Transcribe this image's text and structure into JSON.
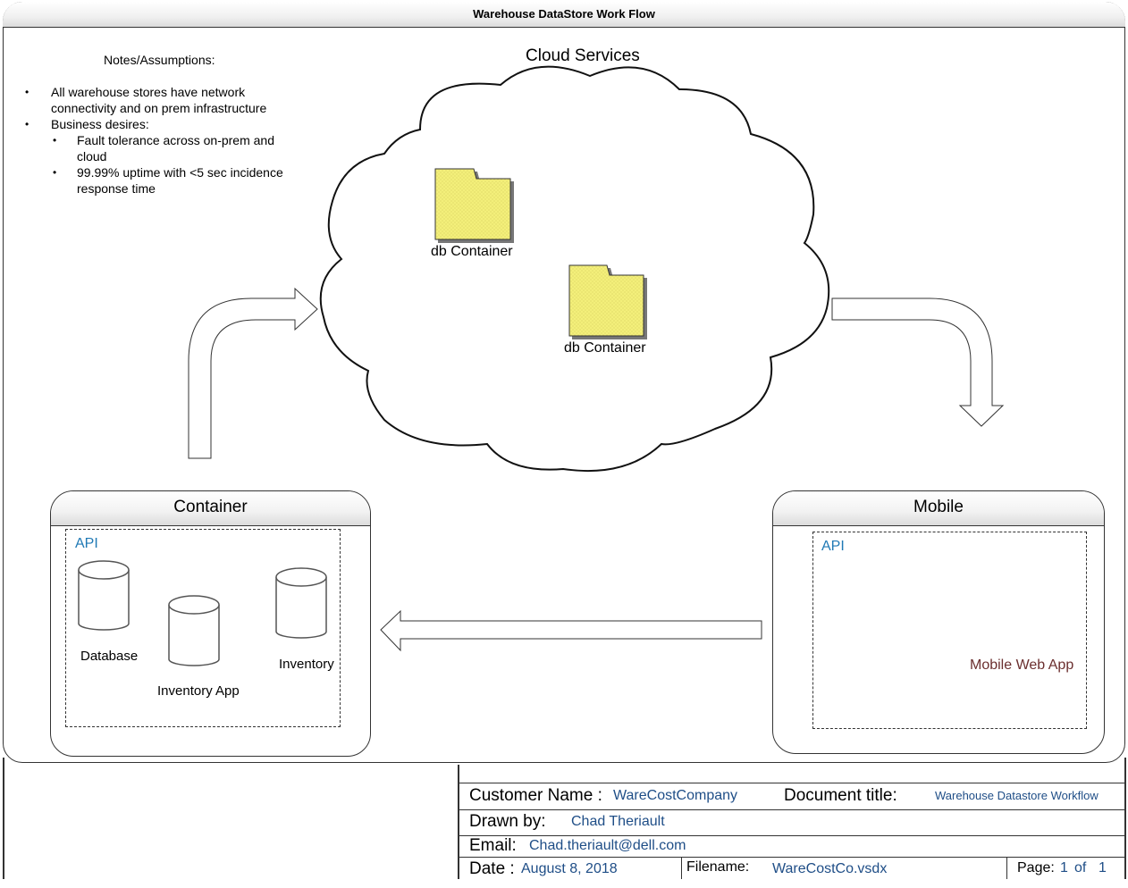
{
  "title": "Warehouse DataStore Work Flow",
  "notes": {
    "heading": "Notes/Assumptions:",
    "items": [
      "All warehouse stores have network connectivity and on prem infrastructure",
      "Business desires:"
    ],
    "subitems": [
      "Fault tolerance across on-prem and cloud",
      "99.99% uptime with <5 sec incidence response time"
    ]
  },
  "cloud": {
    "title": "Cloud Services",
    "containers": [
      "db Container",
      "db Container"
    ]
  },
  "container_box": {
    "title": "Container",
    "api": "API",
    "items": [
      "Database",
      "Inventory App",
      "Inventory"
    ]
  },
  "mobile_box": {
    "title": "Mobile",
    "api": "API",
    "device": "Mobile Web App"
  },
  "title_block": {
    "customer_label": "Customer Name :",
    "customer_value": "WareCostCompany",
    "doc_title_label": "Document title:",
    "doc_title_value": "Warehouse Datastore Workflow",
    "drawn_by_label": "Drawn by:",
    "drawn_by_value": "Chad Theriault",
    "email_label": "Email:",
    "email_value": "Chad.theriault@dell.com",
    "date_label": "Date :",
    "date_value": "August 8, 2018",
    "filename_label": "Filename:",
    "filename_value": "WareCostCo.vsdx",
    "page_label": "Page:",
    "page_num": "1",
    "page_of": "of",
    "page_total": "1"
  },
  "colors": {
    "folder_fill": "#f3ef7a",
    "api_text": "#1f79b5",
    "value_text": "#1f4e87",
    "device_text": "#6b2f2f"
  }
}
